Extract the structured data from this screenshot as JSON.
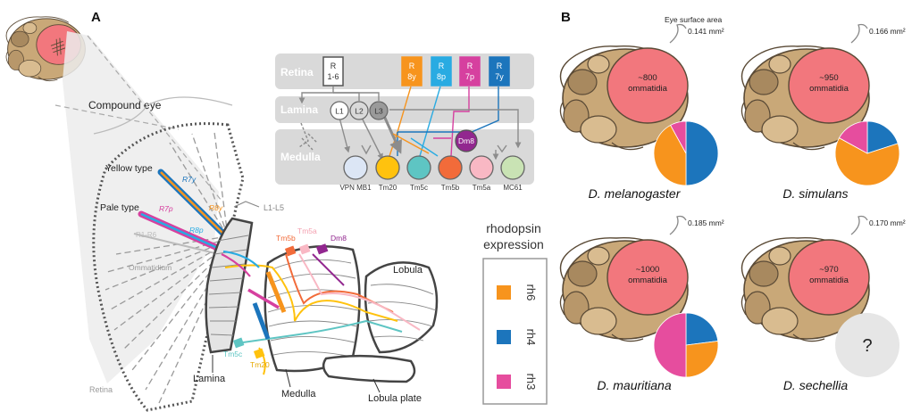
{
  "panel_a": {
    "letter": "A",
    "compound_eye": "Compound eye",
    "yellow_type": "Yellow type",
    "pale_type": "Pale type",
    "ommatidium": "Ommatidium",
    "retina": "Retina",
    "lamina": "Lamina",
    "medulla": "Medulla",
    "lobula": "Lobula",
    "lobula_plate": "Lobula plate",
    "l1_l5": "L1-L5",
    "r7y": "R7y",
    "r8y": "R8y",
    "r7p": "R7p",
    "r8p": "R8p",
    "r1_r6": "R1-R6",
    "tm5b": "Tm5b",
    "tm5a": "Tm5a",
    "dm8": "Dm8",
    "tm5c": "Tm5c",
    "tm20": "Tm20"
  },
  "circuit": {
    "retina_row": "Retina",
    "lamina_row": "Lamina",
    "medulla_row": "Medulla",
    "receptors": [
      {
        "top": "R",
        "bottom": "1-6",
        "color": "#ffffff",
        "stroke": "#555555",
        "text_color": "#333333"
      },
      {
        "top": "R",
        "bottom": "8y",
        "color": "#f7941d",
        "stroke": "#f7941d",
        "text_color": "#ffffff"
      },
      {
        "top": "R",
        "bottom": "8p",
        "color": "#29abe2",
        "stroke": "#29abe2",
        "text_color": "#ffffff"
      },
      {
        "top": "R",
        "bottom": "7p",
        "color": "#d6409f",
        "stroke": "#d6409f",
        "text_color": "#ffffff"
      },
      {
        "top": "R",
        "bottom": "7y",
        "color": "#1c75bc",
        "stroke": "#1c75bc",
        "text_color": "#ffffff"
      }
    ],
    "lamina_cells": [
      {
        "label": "L1",
        "color": "#ffffff"
      },
      {
        "label": "L2",
        "color": "#d9d9d9"
      },
      {
        "label": "L3",
        "color": "#9a9a9a"
      }
    ],
    "dm8": {
      "label": "Dm8",
      "color": "#92278f"
    },
    "medulla_cells": [
      {
        "label": "VPN MB1",
        "color": "#dce6f5"
      },
      {
        "label": "Tm20",
        "color": "#ffc20e"
      },
      {
        "label": "Tm5c",
        "color": "#5ec5c3"
      },
      {
        "label": "Tm5b",
        "color": "#f26b3a"
      },
      {
        "label": "Tm5a",
        "color": "#f9b8c4"
      },
      {
        "label": "MC61",
        "color": "#c9e3b4"
      }
    ]
  },
  "legend": {
    "title_line1": "rhodopsin",
    "title_line2": "expression",
    "items": [
      {
        "label": "rh6",
        "color": "#f7941d"
      },
      {
        "label": "rh4",
        "color": "#1c75bc"
      },
      {
        "label": "rh3",
        "color": "#e64d9e"
      }
    ]
  },
  "panel_b": {
    "letter": "B",
    "species": [
      {
        "name": "D. melanogaster",
        "ommatidia_line1": "~800",
        "ommatidia_line2": "ommatidia",
        "area_caption": "Eye surface area",
        "area": "0.141 mm²",
        "rh6": 0.42,
        "rh4": 0.5,
        "rh3": 0.08,
        "unknown": false
      },
      {
        "name": "D. simulans",
        "ommatidia_line1": "~950",
        "ommatidia_line2": "ommatidia",
        "area_caption": "",
        "area": "0.166 mm²",
        "rh6": 0.63,
        "rh4": 0.2,
        "rh3": 0.17,
        "unknown": false
      },
      {
        "name": "D. mauritiana",
        "ommatidia_line1": "~1000",
        "ommatidia_line2": "ommatidia",
        "area_caption": "",
        "area": "0.185 mm²",
        "rh6": 0.27,
        "rh4": 0.23,
        "rh3": 0.5,
        "unknown": false
      },
      {
        "name": "D. sechellia",
        "ommatidia_line1": "~970",
        "ommatidia_line2": "ommatidia",
        "area_caption": "",
        "area": "0.170 mm²",
        "unknown": true,
        "unknown_mark": "?"
      }
    ]
  }
}
